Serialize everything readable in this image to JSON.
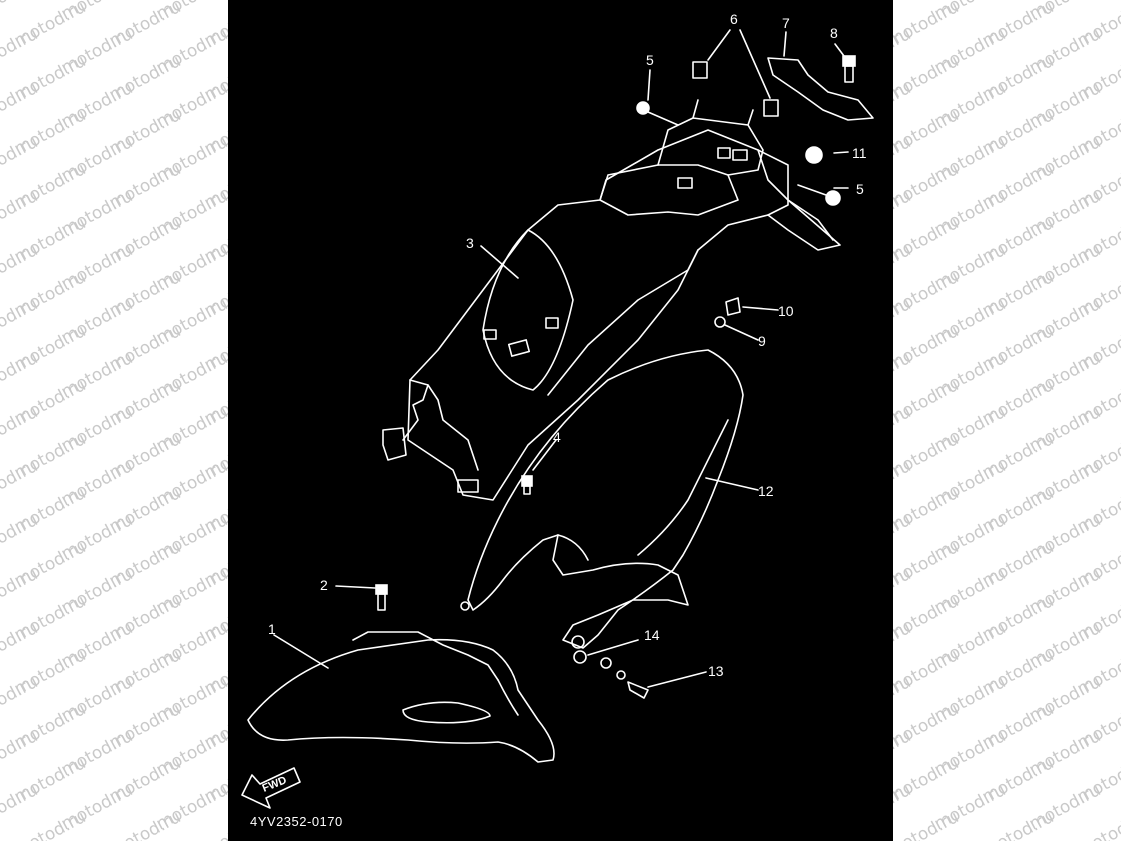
{
  "watermark": {
    "text": "motod.ru",
    "color": "#c9c9c9"
  },
  "diagram": {
    "background": "#000000",
    "line_color": "#ffffff",
    "code": "4YV2352-0170",
    "fwd_label": "FWD",
    "callouts": [
      {
        "id": "c1",
        "number": "1"
      },
      {
        "id": "c2",
        "number": "2"
      },
      {
        "id": "c3",
        "number": "3"
      },
      {
        "id": "c4",
        "number": "4"
      },
      {
        "id": "c5a",
        "number": "5"
      },
      {
        "id": "c5b",
        "number": "5"
      },
      {
        "id": "c6",
        "number": "6"
      },
      {
        "id": "c7",
        "number": "7"
      },
      {
        "id": "c8",
        "number": "8"
      },
      {
        "id": "c9",
        "number": "9"
      },
      {
        "id": "c10",
        "number": "10"
      },
      {
        "id": "c11",
        "number": "11"
      },
      {
        "id": "c12",
        "number": "12"
      },
      {
        "id": "c13",
        "number": "13"
      },
      {
        "id": "c14",
        "number": "14"
      }
    ]
  }
}
